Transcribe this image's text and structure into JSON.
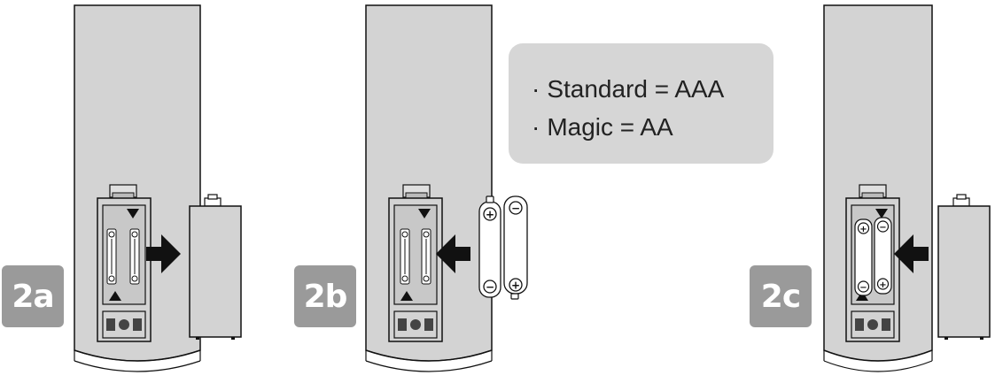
{
  "steps": [
    {
      "id": "2a",
      "label": "2a"
    },
    {
      "id": "2b",
      "label": "2b"
    },
    {
      "id": "2c",
      "label": "2c"
    }
  ],
  "battery_note": {
    "bullet": "·",
    "lines": [
      "Standard = AAA",
      "Magic = AA"
    ]
  },
  "battery_polarity": {
    "positive": "+",
    "negative": "−"
  },
  "colors": {
    "remote_body": "#d3d3d3",
    "outline": "#111111",
    "badge": "#9a9a9a",
    "note_box": "#d6d6d6",
    "battery": "#ffffff"
  },
  "icons": {
    "arrow_2a": "arrow-right-icon",
    "arrow_2b": "arrow-left-icon",
    "arrow_2c": "arrow-left-icon"
  }
}
